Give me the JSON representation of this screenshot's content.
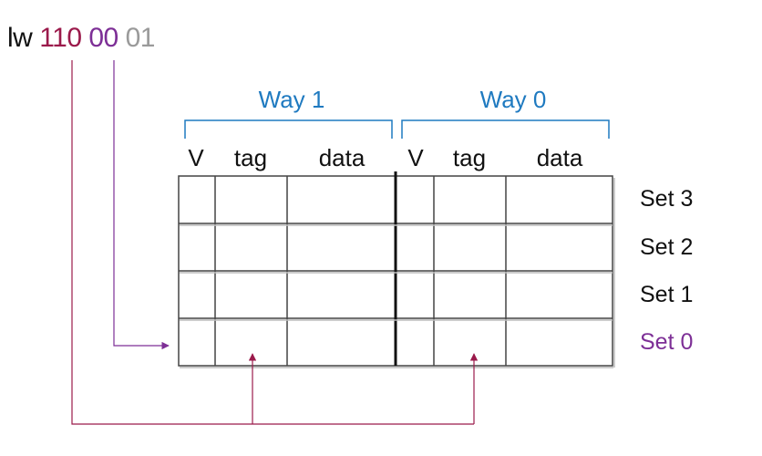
{
  "instruction": {
    "opcode": "lw",
    "tag_bits": "110",
    "set_bits": "00",
    "offset_bits": "01"
  },
  "ways": [
    {
      "label": "Way 1"
    },
    {
      "label": "Way 0"
    }
  ],
  "columns": {
    "way1": [
      "V",
      "tag",
      "data"
    ],
    "way0": [
      "V",
      "tag",
      "data"
    ]
  },
  "sets": [
    "Set 3",
    "Set 2",
    "Set 1",
    "Set 0"
  ],
  "colors": {
    "tag_bits": "#9b1a4b",
    "set_bits": "#7d2f96",
    "offset_bits": "#9a9a9a",
    "way_label": "#1f7ac0",
    "tag_arrow": "#9b1a4b",
    "set_arrow": "#7d2f96"
  }
}
